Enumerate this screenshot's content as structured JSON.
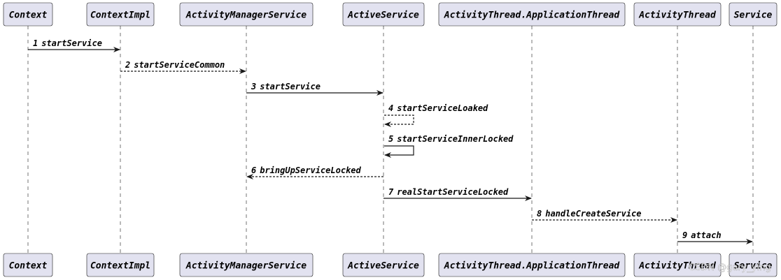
{
  "participants": [
    {
      "id": "context",
      "name": "Context"
    },
    {
      "id": "contextimpl",
      "name": "ContextImpl"
    },
    {
      "id": "ams",
      "name": "ActivityManagerService"
    },
    {
      "id": "activeservice",
      "name": "ActiveService"
    },
    {
      "id": "appthread",
      "name": "ActivityThread.ApplicationThread"
    },
    {
      "id": "activitythread",
      "name": "ActivityThread"
    },
    {
      "id": "service",
      "name": "Service"
    }
  ],
  "messages": [
    {
      "num": "1",
      "label": "startService",
      "from": "context",
      "to": "contextimpl",
      "style": "solid"
    },
    {
      "num": "2",
      "label": "startServiceCommon",
      "from": "contextimpl",
      "to": "ams",
      "style": "dashed"
    },
    {
      "num": "3",
      "label": "startService",
      "from": "ams",
      "to": "activeservice",
      "style": "solid"
    },
    {
      "num": "4",
      "label": "startServiceLoaked",
      "from": "activeservice",
      "to": "activeservice",
      "style": "dashed"
    },
    {
      "num": "5",
      "label": "startServiceInnerLocked",
      "from": "activeservice",
      "to": "activeservice",
      "style": "solid"
    },
    {
      "num": "6",
      "label": "bringUpServiceLocked",
      "from": "activeservice",
      "to": "ams",
      "style": "dashed"
    },
    {
      "num": "7",
      "label": "realStartServiceLocked",
      "from": "activeservice",
      "to": "appthread",
      "style": "solid"
    },
    {
      "num": "8",
      "label": "handleCreateService",
      "from": "appthread",
      "to": "activitythread",
      "style": "dashed"
    },
    {
      "num": "9",
      "label": "attach",
      "from": "activitythread",
      "to": "service",
      "style": "solid"
    }
  ],
  "watermark": "CSDN @gary_ying"
}
